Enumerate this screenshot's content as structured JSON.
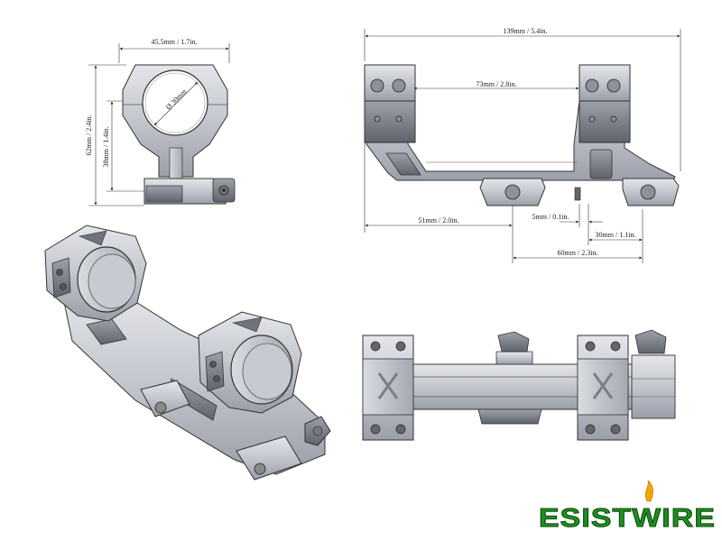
{
  "front_view": {
    "width_label": "45.5mm / 1.7in.",
    "height_label": "62mm / 2.4in.",
    "center_label": "38mm / 1.4in.",
    "ring_label": "Ø 30mm"
  },
  "side_view": {
    "length_label": "139mm / 5.4in.",
    "ring_spacing_label": "73mm / 2.8in.",
    "offset_label": "51mm / 2.0in.",
    "lug_label": "5mm / 0.1in.",
    "lug_gap_label": "30mm / 1.1in.",
    "rear_label": "60mm / 2.3in."
  },
  "logo": {
    "text": "ESISTWIRE",
    "colors": {
      "green": "#1f8f1f",
      "outline": "#0c4d0c",
      "flame": "#f2a600"
    }
  }
}
